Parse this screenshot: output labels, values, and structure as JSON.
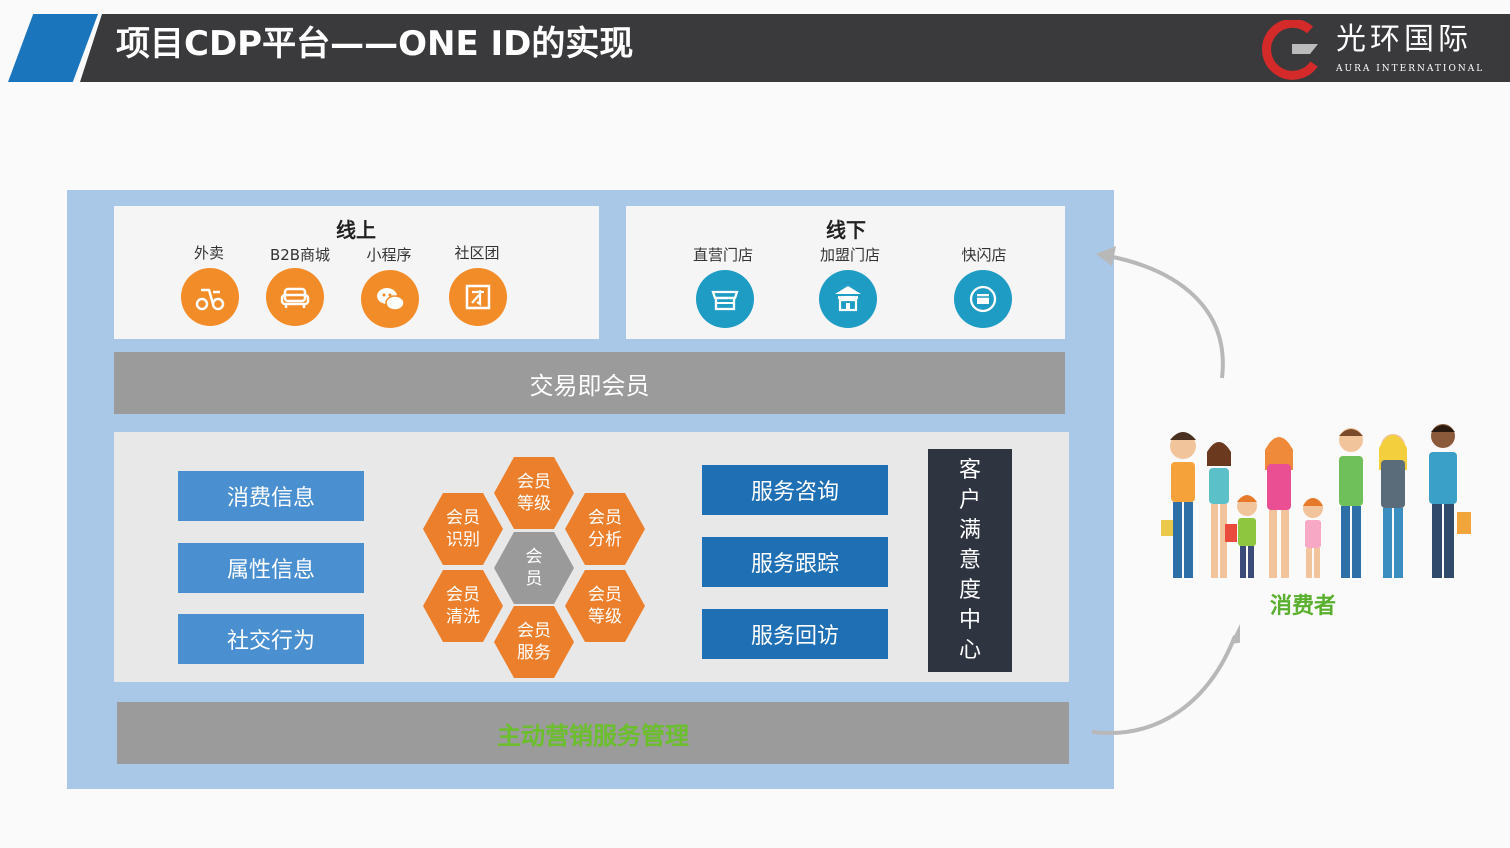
{
  "header": {
    "title": "项目CDP平台——ONE ID的实现",
    "logo_name": "光环国际",
    "logo_sub": "AURA  INTERNATIONAL"
  },
  "online": {
    "title": "线上",
    "channels": [
      {
        "label": "外卖",
        "icon": "scooter-icon"
      },
      {
        "label": "B2B商城",
        "icon": "sofa-icon"
      },
      {
        "label": "小程序",
        "icon": "wechat-icon"
      },
      {
        "label": "社区团",
        "icon": "group-icon"
      }
    ]
  },
  "offline": {
    "title": "线下",
    "channels": [
      {
        "label": "直营门店",
        "icon": "store-icon"
      },
      {
        "label": "加盟门店",
        "icon": "franchise-store-icon"
      },
      {
        "label": "快闪店",
        "icon": "popup-store-icon"
      }
    ]
  },
  "trade_bar": "交易即会员",
  "info_boxes": [
    "消费信息",
    "属性信息",
    "社交行为"
  ],
  "hexagons": {
    "center": "会\n员",
    "items": [
      "会员\n等级",
      "会员\n分析",
      "会员\n等级",
      "会员\n服务",
      "会员\n清洗",
      "会员\n识别"
    ]
  },
  "service_boxes": [
    "服务咨询",
    "服务跟踪",
    "服务回访"
  ],
  "csc_chars": [
    "客",
    "户",
    "满",
    "意",
    "度",
    "中",
    "心"
  ],
  "marketing_bar": "主动营销服务管理",
  "consumer_label": "消费者",
  "colors": {
    "header_dark": "#3a3a3c",
    "header_blue": "#1b75bc",
    "orange": "#f28c28",
    "teal": "#1e9cc4",
    "green_label": "#5ab02e"
  }
}
